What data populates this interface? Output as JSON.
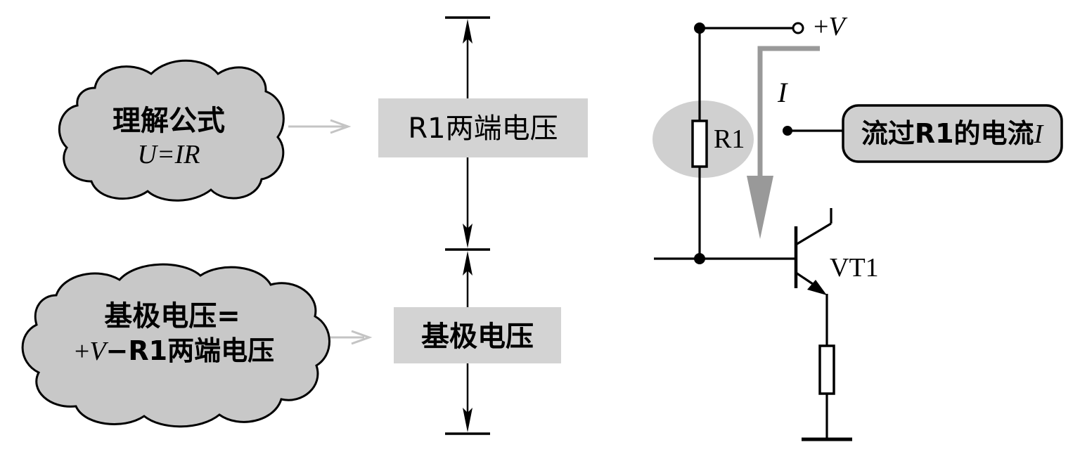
{
  "left_panel": {
    "cloud_formula": {
      "title": "理解公式",
      "formula": "U=IR"
    },
    "box_r1_voltage": {
      "label": "R1两端电压"
    },
    "cloud_base": {
      "line1": "基极电压=",
      "line2_prefix": "+",
      "line2_var": "V",
      "line2_rest": "−R1两端电压"
    },
    "box_base_voltage": {
      "label": "基极电压"
    }
  },
  "circuit": {
    "supply_sign": "+",
    "supply_var": "V",
    "current_symbol": "I",
    "resistor_label": "R1",
    "transistor_label": "VT1",
    "callout": {
      "text": "流过R1的电流",
      "var": "I"
    }
  },
  "colors": {
    "cloud_fill": "#c8c8c8",
    "box_fill": "#d3d3d3",
    "arrow_light": "#c4c4c4",
    "current_arrow": "#999999",
    "highlight_ellipse": "#d0d0d0",
    "callout_fill": "#cfcfcf",
    "ink": "#000000"
  }
}
